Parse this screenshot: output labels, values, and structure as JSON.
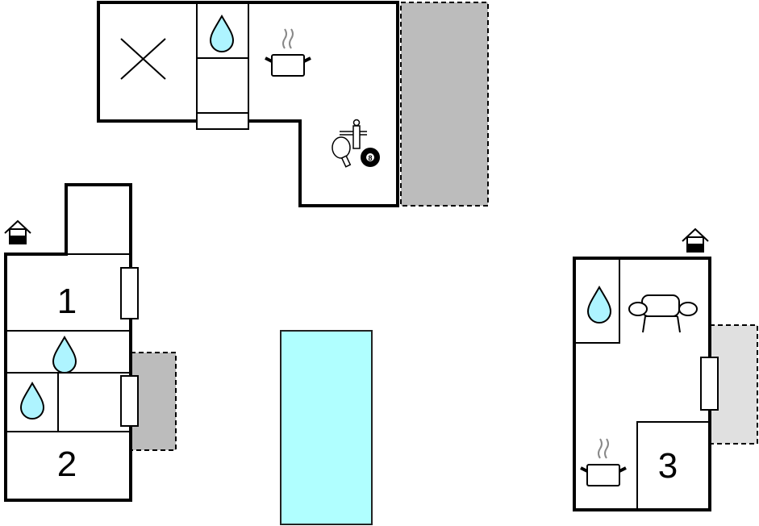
{
  "plan": {
    "rooms": {
      "room1": "1",
      "room2": "2",
      "room3": "3"
    },
    "billiard_ball_number": "8"
  },
  "colors": {
    "pool": "#b0ffff",
    "terrace_dark": "#bcbcbc",
    "terrace_light": "#e0e0e0",
    "water": "#aef4ff"
  }
}
